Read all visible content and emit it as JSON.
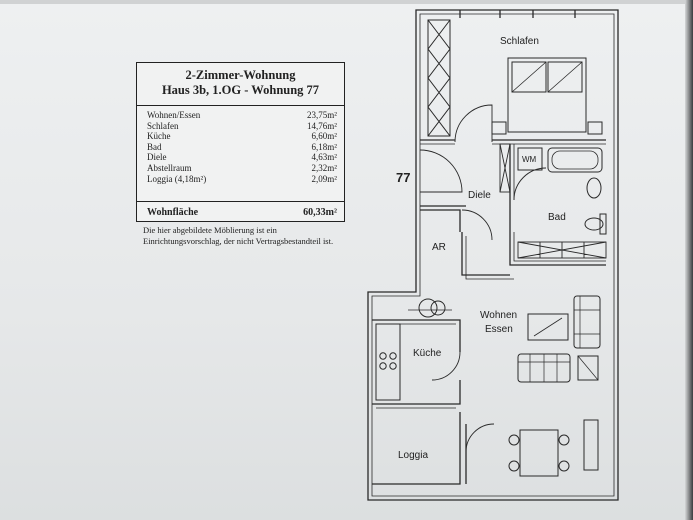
{
  "info_box": {
    "title_line1": "2-Zimmer-Wohnung",
    "title_line2": "Haus 3b, 1.OG - Wohnung 77",
    "rooms": [
      {
        "name": "Wohnen/Essen",
        "area": "23,75m²"
      },
      {
        "name": "Schlafen",
        "area": "14,76m²"
      },
      {
        "name": "Küche",
        "area": "6,60m²"
      },
      {
        "name": "Bad",
        "area": "6,18m²"
      },
      {
        "name": "Diele",
        "area": "4,63m²"
      },
      {
        "name": "Abstellraum",
        "area": "2,32m²"
      },
      {
        "name": "Loggia (4,18m²)",
        "area": "2,09m²"
      }
    ],
    "total_label": "Wohnfläche",
    "total_area": "60,33m²"
  },
  "disclaimer": "Die hier abgebildete Möblierung ist ein Einrichtungsvorschlag, der nicht Vertragsbestandteil ist.",
  "floorplan": {
    "unit_number": "77",
    "labels": {
      "schlafen": "Schlafen",
      "diele": "Diele",
      "bad": "Bad",
      "wm": "WM",
      "ar": "AR",
      "wohnen_line1": "Wohnen",
      "wohnen_line2": "Essen",
      "kueche": "Küche",
      "loggia": "Loggia"
    }
  }
}
